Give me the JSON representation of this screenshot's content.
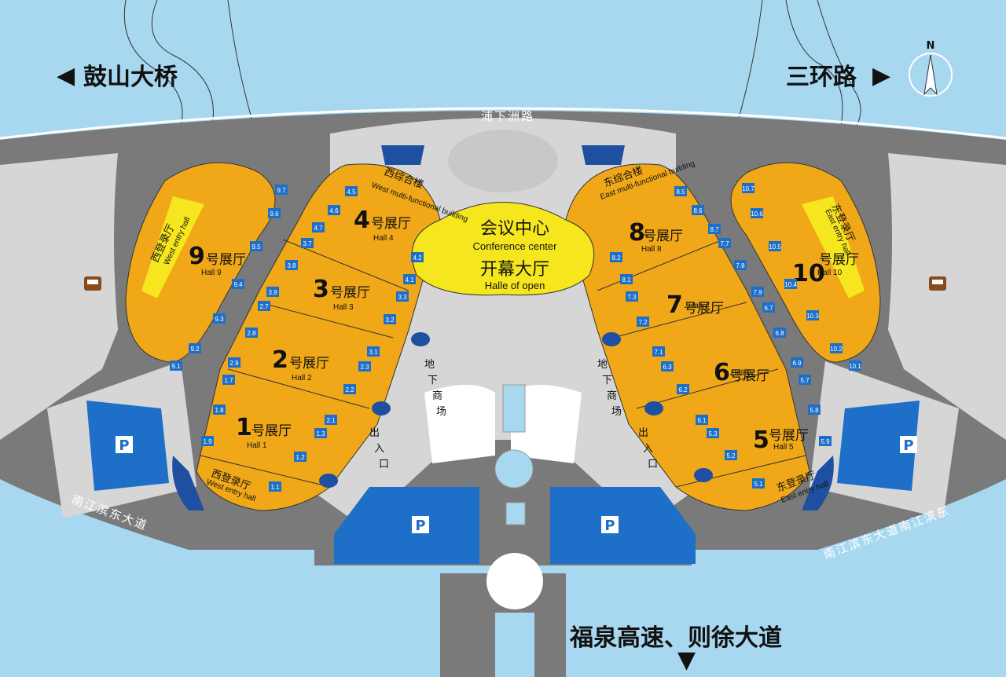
{
  "directions": {
    "west": "鼓山大桥",
    "east": "三环路",
    "south": "福泉高速、则徐大道",
    "north": "N"
  },
  "roads": {
    "north": "浦下洲路",
    "southwest": "南江滨东大道",
    "southeast": "南江滨东大道南江滨东"
  },
  "conference": {
    "cn": "会议中心",
    "en": "Conference center",
    "open_cn": "开幕大厅",
    "open_en": "Halle of open"
  },
  "halls": [
    {
      "num": "1",
      "cn": "号展厅",
      "en": "Hall 1"
    },
    {
      "num": "2",
      "cn": "号展厅",
      "en": "Hall 2"
    },
    {
      "num": "3",
      "cn": "号展厅",
      "en": "Hall 3"
    },
    {
      "num": "4",
      "cn": "号展厅",
      "en": "Hall 4"
    },
    {
      "num": "5",
      "cn": "号展厅",
      "en": "Hall 5"
    },
    {
      "num": "6",
      "cn": "号展厅",
      "en": "Hall 6"
    },
    {
      "num": "7",
      "cn": "号展厅",
      "en": "Hall 7"
    },
    {
      "num": "8",
      "cn": "号展厅",
      "en": "Hall 8"
    },
    {
      "num": "9",
      "cn": "号展厅",
      "en": "Hall 9"
    },
    {
      "num": "10",
      "cn": "号展厅",
      "en": "Hall 10"
    }
  ],
  "buildings": {
    "west_multi_cn": "西综合楼",
    "west_multi_en": "West multi-functional building",
    "east_multi_cn": "东综合楼",
    "east_multi_en": "East multi-functional building",
    "west_entry_cn": "西登录厅",
    "west_entry_en": "West entry hall",
    "east_entry_cn": "东登录厅",
    "east_entry_en": "East entry hall",
    "west_entry2_cn": "西登录厅",
    "west_entry2_en": "West entry hall",
    "east_entry2_cn": "东登录厅",
    "east_entry2_en": "East entry hall"
  },
  "underground": {
    "west": [
      "地",
      "下",
      "商",
      "场",
      "出",
      "入",
      "口"
    ],
    "east": [
      "地",
      "下",
      "商",
      "场",
      "出",
      "入",
      "口"
    ]
  },
  "parking_label": "P",
  "doors": {
    "west": [
      "1.1",
      "1.2",
      "1.3",
      "1.7",
      "1.8",
      "1.9",
      "2.1",
      "2.2",
      "2.3",
      "2.8",
      "2.9",
      "2.7",
      "3.1",
      "3.2",
      "3.3",
      "3.7",
      "3.8",
      "3.9",
      "4.1",
      "4.2",
      "4.5",
      "4.6",
      "4.7",
      "9.1",
      "9.2",
      "9.3",
      "9.4",
      "9.5",
      "9.6",
      "9.7"
    ],
    "east": [
      "5.1",
      "5.2",
      "5.3",
      "5.7",
      "5.8",
      "5.9",
      "6.1",
      "6.2",
      "6.3",
      "6.7",
      "6.8",
      "6.9",
      "7.1",
      "7.2",
      "7.3",
      "7.7",
      "7.8",
      "7.9",
      "8.1",
      "8.2",
      "8.5",
      "8.6",
      "8.7",
      "10.1",
      "10.2",
      "10.3",
      "10.4",
      "10.5",
      "10.6",
      "10.7"
    ]
  },
  "colors": {
    "water": "#a8d8f0",
    "road": "#7a7a7a",
    "land": "#d6d6d6",
    "hall": "#f0a818",
    "conference": "#f5e61e",
    "parking": "#1e6fc8"
  }
}
